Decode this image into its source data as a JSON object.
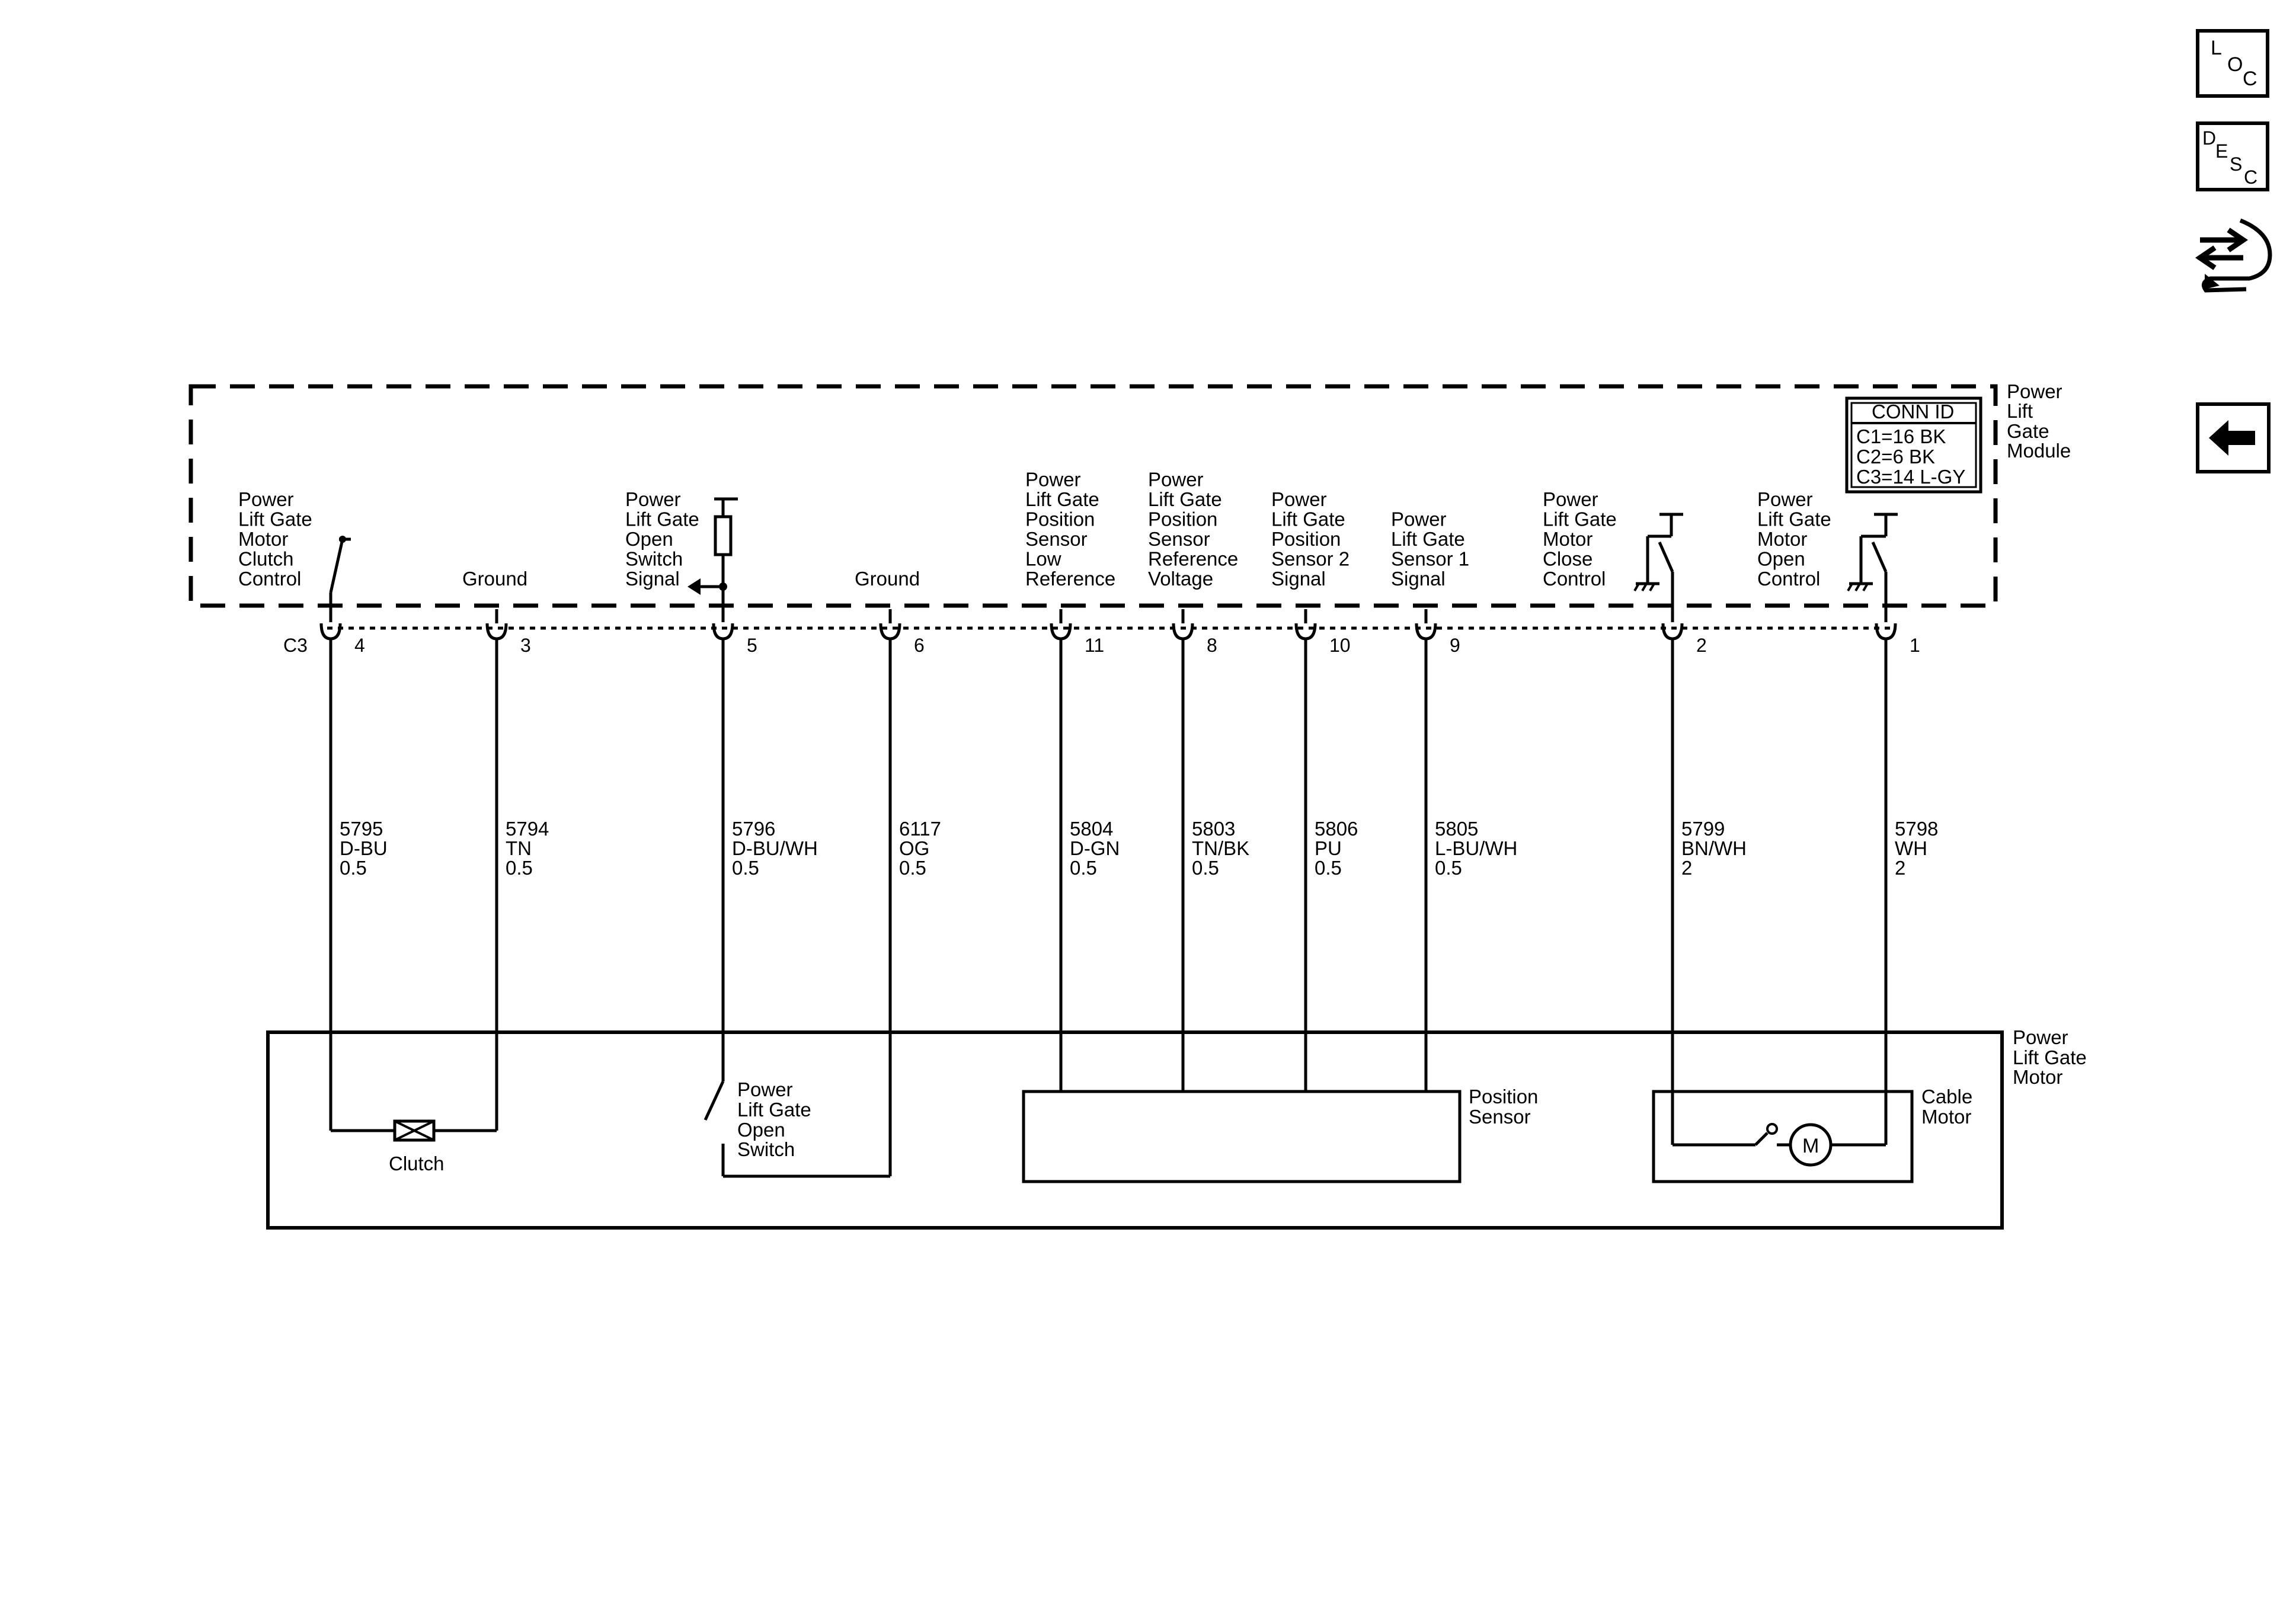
{
  "nav": {
    "loc": {
      "l1": "L",
      "l2": "O",
      "l3": "C"
    },
    "desc": {
      "l1": "D",
      "l2": "E",
      "l3": "S",
      "l4": "C"
    }
  },
  "module": {
    "name": [
      "Power",
      "Lift",
      "Gate",
      "Module"
    ],
    "conn_id": {
      "title": "CONN ID",
      "rows": [
        "C1=16 BK",
        "C2=6 BK",
        "C3=14 L-GY"
      ]
    },
    "connector": "C3"
  },
  "pins": [
    {
      "pin": "4",
      "label": [
        "Power",
        "Lift Gate",
        "Motor",
        "Clutch",
        "Control"
      ],
      "circuit": "5795",
      "color": "D-BU",
      "gauge": "0.5"
    },
    {
      "pin": "3",
      "label": [
        "Ground"
      ],
      "circuit": "5794",
      "color": "TN",
      "gauge": "0.5"
    },
    {
      "pin": "5",
      "label": [
        "Power",
        "Lift Gate",
        "Open",
        "Switch",
        "Signal"
      ],
      "circuit": "5796",
      "color": "D-BU/WH",
      "gauge": "0.5"
    },
    {
      "pin": "6",
      "label": [
        "Ground"
      ],
      "circuit": "6117",
      "color": "OG",
      "gauge": "0.5"
    },
    {
      "pin": "11",
      "label": [
        "Power",
        "Lift Gate",
        "Position",
        "Sensor",
        "Low",
        "Reference"
      ],
      "circuit": "5804",
      "color": "D-GN",
      "gauge": "0.5"
    },
    {
      "pin": "8",
      "label": [
        "Power",
        "Lift Gate",
        "Position",
        "Sensor",
        "Reference",
        "Voltage"
      ],
      "circuit": "5803",
      "color": "TN/BK",
      "gauge": "0.5"
    },
    {
      "pin": "10",
      "label": [
        "Power",
        "Lift Gate",
        "Position",
        "Sensor 2",
        "Signal"
      ],
      "circuit": "5806",
      "color": "PU",
      "gauge": "0.5"
    },
    {
      "pin": "9",
      "label": [
        "Power",
        "Lift Gate",
        "Sensor 1",
        "Signal"
      ],
      "circuit": "5805",
      "color": "L-BU/WH",
      "gauge": "0.5"
    },
    {
      "pin": "2",
      "label": [
        "Power",
        "Lift Gate",
        "Motor",
        "Close",
        "Control"
      ],
      "circuit": "5799",
      "color": "BN/WH",
      "gauge": "2"
    },
    {
      "pin": "1",
      "label": [
        "Power",
        "Lift Gate",
        "Motor",
        "Open",
        "Control"
      ],
      "circuit": "5798",
      "color": "WH",
      "gauge": "2"
    }
  ],
  "motor": {
    "name": [
      "Power",
      "Lift Gate",
      "Motor"
    ],
    "clutch": "Clutch",
    "open_switch": [
      "Power",
      "Lift Gate",
      "Open",
      "Switch"
    ],
    "position_sensor": [
      "Position",
      "Sensor"
    ],
    "cable_motor": [
      "Cable",
      "Motor"
    ],
    "motor_symbol": "M"
  }
}
